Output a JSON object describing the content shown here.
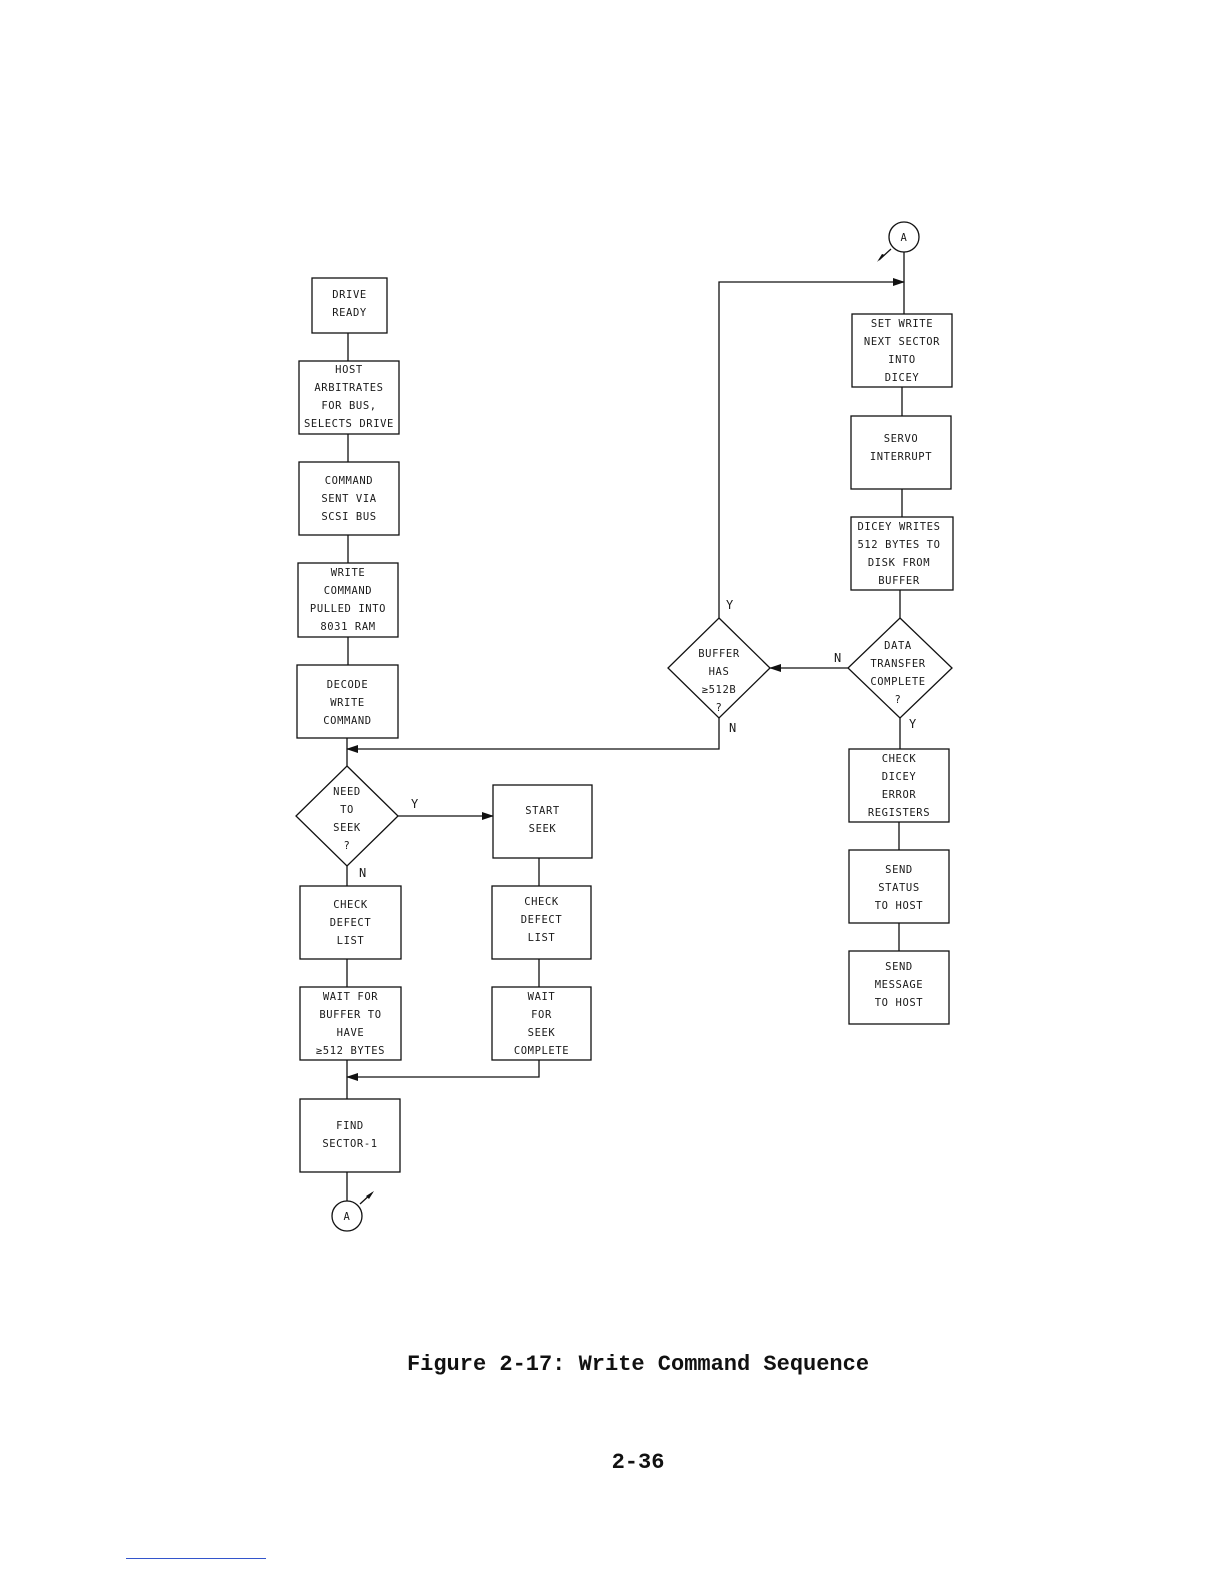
{
  "nodes": [
    {
      "id": "drive_ready",
      "lines": [
        "DRIVE",
        "READY"
      ]
    },
    {
      "id": "host_arbitrates",
      "lines": [
        "HOST",
        "ARBITRATES",
        "FOR BUS,",
        "SELECTS DRIVE"
      ]
    },
    {
      "id": "command_sent",
      "lines": [
        "COMMAND",
        "SENT VIA",
        "SCSI BUS"
      ]
    },
    {
      "id": "write_pulled",
      "lines": [
        "WRITE",
        "COMMAND",
        "PULLED INTO",
        "8031 RAM"
      ]
    },
    {
      "id": "decode_write",
      "lines": [
        "DECODE",
        "WRITE",
        "COMMAND"
      ]
    },
    {
      "id": "need_to_seek",
      "lines": [
        "NEED",
        "TO",
        "SEEK",
        "?"
      ]
    },
    {
      "id": "start_seek",
      "lines": [
        "START",
        "SEEK"
      ]
    },
    {
      "id": "check_defect_left",
      "lines": [
        "CHECK",
        "DEFECT",
        "LIST"
      ]
    },
    {
      "id": "check_defect_right",
      "lines": [
        "CHECK",
        "DEFECT",
        "LIST"
      ]
    },
    {
      "id": "wait_buffer",
      "lines": [
        "WAIT FOR",
        "BUFFER TO",
        "HAVE",
        "≥512 BYTES"
      ]
    },
    {
      "id": "wait_seek",
      "lines": [
        "WAIT",
        "FOR",
        "SEEK",
        "COMPLETE"
      ]
    },
    {
      "id": "find_sector",
      "lines": [
        "FIND",
        "SECTOR-1"
      ]
    },
    {
      "id": "set_write",
      "lines": [
        "SET WRITE",
        "NEXT SECTOR",
        "INTO",
        "DICEY"
      ]
    },
    {
      "id": "servo_interrupt",
      "lines": [
        "SERVO",
        "INTERRUPT"
      ]
    },
    {
      "id": "dicey_writes",
      "lines": [
        "DICEY WRITES",
        "512 BYTES TO",
        "DISK FROM",
        "BUFFER"
      ]
    },
    {
      "id": "data_transfer",
      "lines": [
        "DATA",
        "TRANSFER",
        "COMPLETE",
        "?"
      ]
    },
    {
      "id": "buffer_has",
      "lines": [
        "BUFFER",
        "HAS",
        "≥512B",
        "?"
      ]
    },
    {
      "id": "check_dicey",
      "lines": [
        "CHECK",
        "DICEY",
        "ERROR",
        "REGISTERS"
      ]
    },
    {
      "id": "send_status",
      "lines": [
        "SEND",
        "STATUS",
        "TO HOST"
      ]
    },
    {
      "id": "send_message",
      "lines": [
        "SEND",
        "MESSAGE",
        "TO HOST"
      ]
    }
  ],
  "connectors": {
    "bottom": "A",
    "top": "A"
  },
  "edge_labels": {
    "need_seek_yes": "Y",
    "need_seek_no": "N",
    "data_transfer_no": "N",
    "data_transfer_yes": "Y",
    "buffer_has_yes": "Y",
    "buffer_has_no": "N"
  },
  "caption": "Figure 2-17: Write Command Sequence",
  "page_number": "2-36"
}
